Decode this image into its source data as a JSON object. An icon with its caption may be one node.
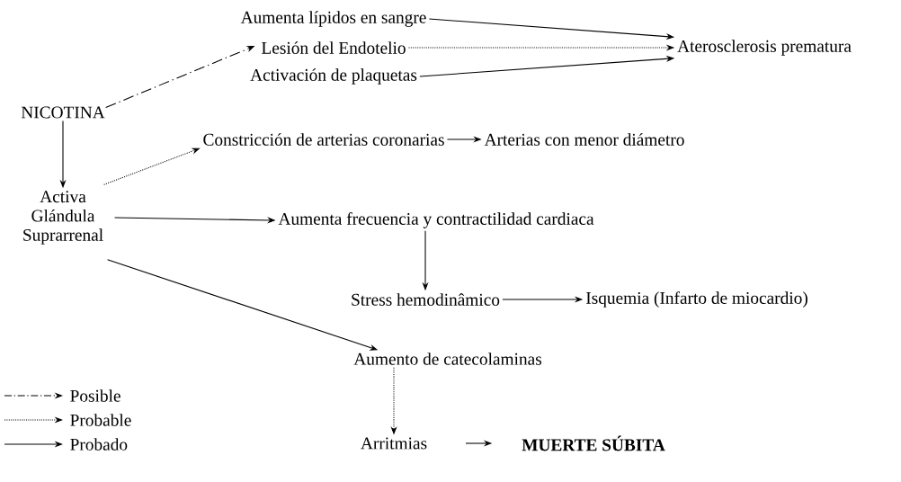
{
  "diagram": {
    "nodes": [
      {
        "text": [
          "NICOTINA"
        ]
      },
      {
        "text": [
          "Aumenta lípidos en sangre"
        ]
      },
      {
        "text": [
          "Lesión del Endotelio"
        ]
      },
      {
        "text": [
          "Activación de plaquetas"
        ]
      },
      {
        "text": [
          "Aterosclerosis prematura"
        ]
      },
      {
        "text": [
          "Activa Glándula Suprarrenal"
        ]
      },
      {
        "text": [
          "Constricción de arterias coronarias"
        ]
      },
      {
        "text": [
          "Arterias con menor diámetro"
        ]
      },
      {
        "text": [
          "Aumenta frecuencia y contractilidad cardiaca"
        ]
      },
      {
        "text": [
          "Stress hemodinâmico"
        ]
      },
      {
        "text": [
          "Isquemia (Infarto de miocardio)"
        ]
      },
      {
        "text": [
          "Aumento de catecolaminas"
        ]
      },
      {
        "text": [
          "Arritmias"
        ]
      },
      {
        "text": [
          "MUERTE SÚBITA"
        ]
      }
    ],
    "edges": [
      {
        "from": 0,
        "to": 2,
        "arrow": "to",
        "style": "dashed"
      },
      {
        "from": 1,
        "to": 4,
        "arrow": "to"
      },
      {
        "from": 2,
        "to": 4,
        "arrow": "to",
        "style": "dashed"
      },
      {
        "from": 3,
        "to": 4,
        "arrow": "to"
      },
      {
        "from": 0,
        "to": 5,
        "arrow": "to"
      },
      {
        "from": 5,
        "to": 6,
        "arrow": "to",
        "style": "dashed"
      },
      {
        "from": 6,
        "to": 7,
        "arrow": "to"
      },
      {
        "from": 5,
        "to": 8,
        "arrow": "to"
      },
      {
        "from": 8,
        "to": 9,
        "arrow": "to"
      },
      {
        "from": 9,
        "to": 10,
        "arrow": "to"
      },
      {
        "from": 5,
        "to": 11,
        "arrow": "to"
      },
      {
        "from": 11,
        "to": 12,
        "arrow": "to",
        "style": "dashed"
      },
      {
        "from": 12,
        "to": 13,
        "arrow": "to"
      }
    ],
    "legend": [
      {
        "text": "Posible"
      },
      {
        "text": "Probable"
      },
      {
        "text": "Probado"
      }
    ]
  }
}
